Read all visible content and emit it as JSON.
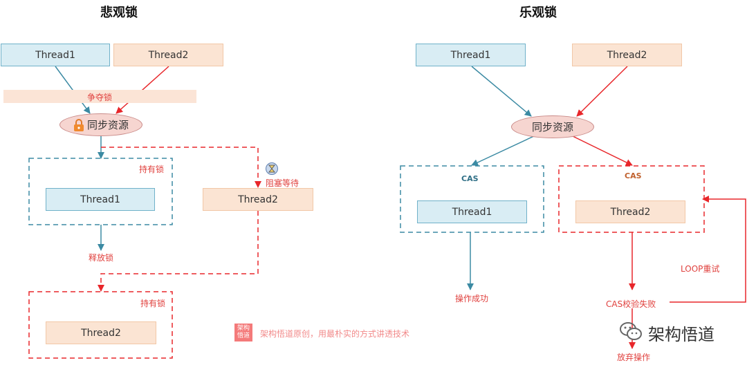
{
  "left": {
    "title": "悲观锁",
    "thread1": "Thread1",
    "thread2": "Thread2",
    "contend_label": "争夺锁",
    "resource": "同步资源",
    "hold_label_1": "持有锁",
    "box_thread1": "Thread1",
    "blocked_label": "阻塞等待",
    "blocked_thread2": "Thread2",
    "release_label": "释放锁",
    "hold_label_2": "持有锁",
    "box_thread2": "Thread2"
  },
  "right": {
    "title": "乐观锁",
    "thread1": "Thread1",
    "thread2": "Thread2",
    "resource": "同步资源",
    "cas_label_1": "CAS",
    "box_thread1": "Thread1",
    "cas_label_2": "CAS",
    "box_thread2": "Thread2",
    "success_label": "操作成功",
    "loop_label": "LOOP重试",
    "fail_label": "CAS校验失败",
    "abandon_label": "放弃操作"
  },
  "watermark": {
    "stamp": "架构悟道",
    "slogan": "架构悟道原创，用最朴实的方式讲透技术",
    "brand": "架构悟道"
  },
  "colors": {
    "blue_line": "#3b8aa3",
    "red_line": "#e8262a"
  },
  "icons": [
    "lock-icon",
    "hourglass-icon",
    "wechat-icon"
  ]
}
